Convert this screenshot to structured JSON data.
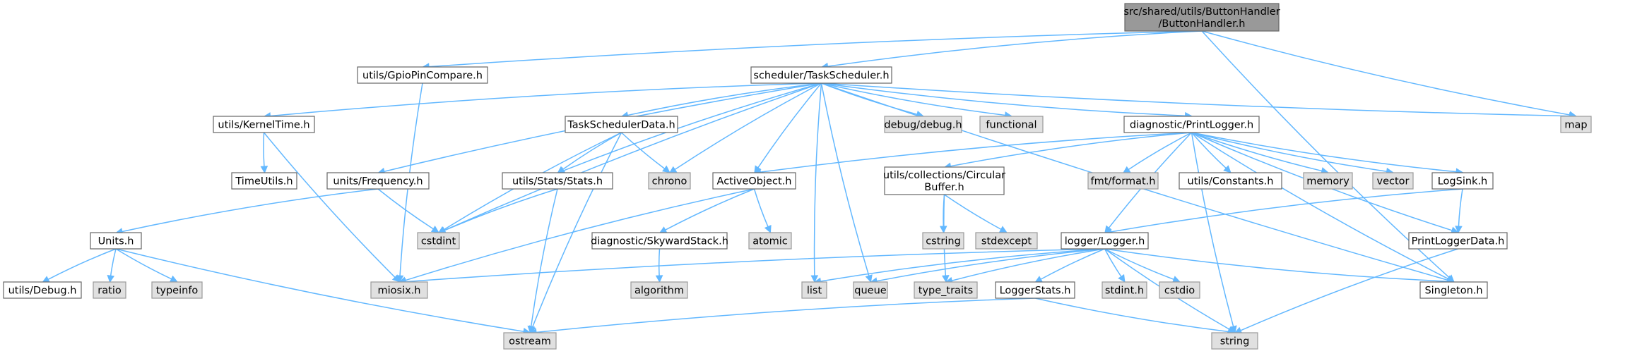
{
  "colors": {
    "root_fill": "#999999",
    "root_stroke": "#666666",
    "documented_fill": "#ffffff",
    "documented_stroke": "#666666",
    "external_fill": "#e0e0e0",
    "external_stroke": "#999999",
    "edge": "#63b8ff",
    "text": "#000000"
  },
  "nodes": {
    "buttonhandler": {
      "lines": [
        "src/shared/utils/ButtonHandler",
        "/ButtonHandler.h"
      ],
      "kind": "root"
    },
    "gpiopincompare": {
      "lines": [
        "utils/GpioPinCompare.h"
      ],
      "kind": "documented"
    },
    "taskscheduler": {
      "lines": [
        "scheduler/TaskScheduler.h"
      ],
      "kind": "documented"
    },
    "map": {
      "lines": [
        "map"
      ],
      "kind": "external"
    },
    "singleton": {
      "lines": [
        "Singleton.h"
      ],
      "kind": "documented"
    },
    "kerneltime": {
      "lines": [
        "utils/KernelTime.h"
      ],
      "kind": "documented"
    },
    "timeutils": {
      "lines": [
        "TimeUtils.h"
      ],
      "kind": "documented"
    },
    "frequency": {
      "lines": [
        "units/Frequency.h"
      ],
      "kind": "documented"
    },
    "units": {
      "lines": [
        "Units.h"
      ],
      "kind": "documented"
    },
    "debug": {
      "lines": [
        "utils/Debug.h"
      ],
      "kind": "documented"
    },
    "ratio": {
      "lines": [
        "ratio"
      ],
      "kind": "external"
    },
    "typeinfo": {
      "lines": [
        "typeinfo"
      ],
      "kind": "external"
    },
    "miosix": {
      "lines": [
        "miosix.h"
      ],
      "kind": "external"
    },
    "cstdint": {
      "lines": [
        "cstdint"
      ],
      "kind": "external"
    },
    "stats": {
      "lines": [
        "utils/Stats/Stats.h"
      ],
      "kind": "documented"
    },
    "schedulerdata": {
      "lines": [
        "TaskSchedulerData.h"
      ],
      "kind": "documented"
    },
    "chrono": {
      "lines": [
        "chrono"
      ],
      "kind": "external"
    },
    "ostream": {
      "lines": [
        "ostream"
      ],
      "kind": "external"
    },
    "activeobject": {
      "lines": [
        "ActiveObject.h"
      ],
      "kind": "documented"
    },
    "skywardstack": {
      "lines": [
        "diagnostic/SkywardStack.h"
      ],
      "kind": "documented"
    },
    "algorithm": {
      "lines": [
        "algorithm"
      ],
      "kind": "external"
    },
    "atomic": {
      "lines": [
        "atomic"
      ],
      "kind": "external"
    },
    "debugdebug": {
      "lines": [
        "debug/debug.h"
      ],
      "kind": "external"
    },
    "functional": {
      "lines": [
        "functional"
      ],
      "kind": "external"
    },
    "list": {
      "lines": [
        "list"
      ],
      "kind": "external"
    },
    "queue": {
      "lines": [
        "queue"
      ],
      "kind": "external"
    },
    "printlogger": {
      "lines": [
        "diagnostic/PrintLogger.h"
      ],
      "kind": "documented"
    },
    "circularbuffer": {
      "lines": [
        "utils/collections/Circular",
        "Buffer.h"
      ],
      "kind": "documented"
    },
    "cstring": {
      "lines": [
        "cstring"
      ],
      "kind": "external"
    },
    "stdexcept": {
      "lines": [
        "stdexcept"
      ],
      "kind": "external"
    },
    "typetraits": {
      "lines": [
        "type_traits"
      ],
      "kind": "external"
    },
    "fmtformat": {
      "lines": [
        "fmt/format.h"
      ],
      "kind": "external"
    },
    "constants": {
      "lines": [
        "utils/Constants.h"
      ],
      "kind": "documented"
    },
    "memory": {
      "lines": [
        "memory"
      ],
      "kind": "external"
    },
    "vector": {
      "lines": [
        "vector"
      ],
      "kind": "external"
    },
    "logsink": {
      "lines": [
        "LogSink.h"
      ],
      "kind": "documented"
    },
    "printloggerdata": {
      "lines": [
        "PrintLoggerData.h"
      ],
      "kind": "documented"
    },
    "logger": {
      "lines": [
        "logger/Logger.h"
      ],
      "kind": "documented"
    },
    "loggerstats": {
      "lines": [
        "LoggerStats.h"
      ],
      "kind": "documented"
    },
    "stdint": {
      "lines": [
        "stdint.h"
      ],
      "kind": "external"
    },
    "cstdio": {
      "lines": [
        "cstdio"
      ],
      "kind": "external"
    },
    "string": {
      "lines": [
        "string"
      ],
      "kind": "external"
    }
  },
  "edges": [
    [
      "buttonhandler",
      "gpiopincompare"
    ],
    [
      "buttonhandler",
      "taskscheduler"
    ],
    [
      "buttonhandler",
      "map"
    ],
    [
      "buttonhandler",
      "singleton"
    ],
    [
      "gpiopincompare",
      "miosix"
    ],
    [
      "taskscheduler",
      "kerneltime"
    ],
    [
      "taskscheduler",
      "frequency"
    ],
    [
      "taskscheduler",
      "cstdint"
    ],
    [
      "taskscheduler",
      "stats"
    ],
    [
      "taskscheduler",
      "schedulerdata"
    ],
    [
      "taskscheduler",
      "chrono"
    ],
    [
      "taskscheduler",
      "activeobject"
    ],
    [
      "taskscheduler",
      "list"
    ],
    [
      "taskscheduler",
      "queue"
    ],
    [
      "taskscheduler",
      "debugdebug"
    ],
    [
      "taskscheduler",
      "functional"
    ],
    [
      "taskscheduler",
      "printlogger"
    ],
    [
      "taskscheduler",
      "map"
    ],
    [
      "taskscheduler",
      "singleton"
    ],
    [
      "kerneltime",
      "timeutils"
    ],
    [
      "kerneltime",
      "miosix"
    ],
    [
      "frequency",
      "units"
    ],
    [
      "frequency",
      "cstdint"
    ],
    [
      "units",
      "debug"
    ],
    [
      "units",
      "ratio"
    ],
    [
      "units",
      "typeinfo"
    ],
    [
      "units",
      "ostream"
    ],
    [
      "schedulerdata",
      "stats"
    ],
    [
      "schedulerdata",
      "cstdint"
    ],
    [
      "schedulerdata",
      "chrono"
    ],
    [
      "schedulerdata",
      "ostream"
    ],
    [
      "stats",
      "cstdint"
    ],
    [
      "stats",
      "ostream"
    ],
    [
      "activeobject",
      "miosix"
    ],
    [
      "activeobject",
      "skywardstack"
    ],
    [
      "activeobject",
      "atomic"
    ],
    [
      "skywardstack",
      "algorithm"
    ],
    [
      "printlogger",
      "activeobject"
    ],
    [
      "printlogger",
      "circularbuffer"
    ],
    [
      "printlogger",
      "fmtformat"
    ],
    [
      "printlogger",
      "constants"
    ],
    [
      "printlogger",
      "memory"
    ],
    [
      "printlogger",
      "vector"
    ],
    [
      "printlogger",
      "logsink"
    ],
    [
      "printlogger",
      "printloggerdata"
    ],
    [
      "printlogger",
      "logger"
    ],
    [
      "printlogger",
      "singleton"
    ],
    [
      "printlogger",
      "string"
    ],
    [
      "circularbuffer",
      "cstring"
    ],
    [
      "circularbuffer",
      "stdexcept"
    ],
    [
      "circularbuffer",
      "typetraits"
    ],
    [
      "logsink",
      "logger"
    ],
    [
      "logsink",
      "printloggerdata"
    ],
    [
      "printloggerdata",
      "string"
    ],
    [
      "logger",
      "miosix"
    ],
    [
      "logger",
      "list"
    ],
    [
      "logger",
      "queue"
    ],
    [
      "logger",
      "typetraits"
    ],
    [
      "logger",
      "loggerstats"
    ],
    [
      "logger",
      "stdint"
    ],
    [
      "logger",
      "cstdio"
    ],
    [
      "logger",
      "string"
    ],
    [
      "logger",
      "singleton"
    ],
    [
      "loggerstats",
      "ostream"
    ],
    [
      "loggerstats",
      "string"
    ]
  ]
}
